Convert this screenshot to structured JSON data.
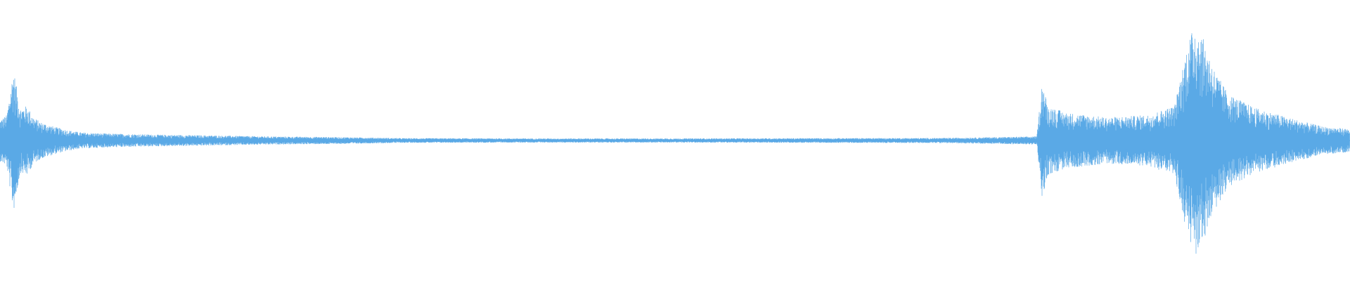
{
  "waveform": {
    "color": "#5aa9e6",
    "background": "#ffffff",
    "envelope": [
      [
        0.0,
        0.18
      ],
      [
        0.005,
        0.22
      ],
      [
        0.01,
        0.62
      ],
      [
        0.015,
        0.28
      ],
      [
        0.02,
        0.3
      ],
      [
        0.025,
        0.2
      ],
      [
        0.03,
        0.16
      ],
      [
        0.035,
        0.14
      ],
      [
        0.04,
        0.12
      ],
      [
        0.05,
        0.09
      ],
      [
        0.06,
        0.07
      ],
      [
        0.08,
        0.06
      ],
      [
        0.1,
        0.055
      ],
      [
        0.12,
        0.05
      ],
      [
        0.15,
        0.045
      ],
      [
        0.2,
        0.035
      ],
      [
        0.25,
        0.03
      ],
      [
        0.3,
        0.02
      ],
      [
        0.4,
        0.018
      ],
      [
        0.5,
        0.018
      ],
      [
        0.6,
        0.02
      ],
      [
        0.7,
        0.022
      ],
      [
        0.74,
        0.03
      ],
      [
        0.768,
        0.035
      ],
      [
        0.772,
        0.52
      ],
      [
        0.776,
        0.3
      ],
      [
        0.79,
        0.24
      ],
      [
        0.82,
        0.2
      ],
      [
        0.85,
        0.22
      ],
      [
        0.87,
        0.3
      ],
      [
        0.88,
        0.85
      ],
      [
        0.885,
        1.0
      ],
      [
        0.89,
        0.92
      ],
      [
        0.9,
        0.6
      ],
      [
        0.91,
        0.4
      ],
      [
        0.93,
        0.28
      ],
      [
        0.96,
        0.18
      ],
      [
        0.98,
        0.12
      ],
      [
        1.0,
        0.1
      ]
    ]
  }
}
